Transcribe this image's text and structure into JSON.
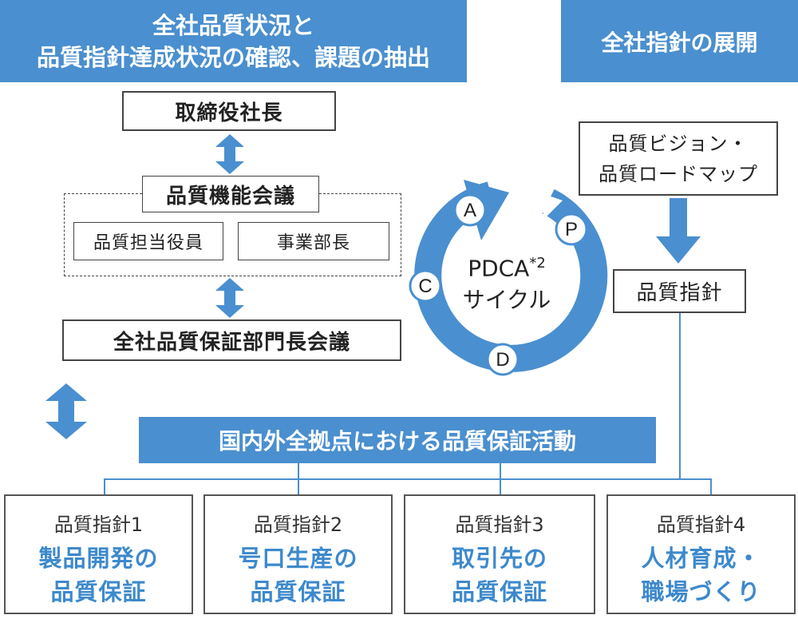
{
  "headers": {
    "left_line1": "全社品質状況と",
    "left_line2": "品質指針達成状況の確認、課題の抽出",
    "right": "全社指針の展開"
  },
  "left_flow": {
    "president": "取締役社長",
    "quality_meeting": "品質機能会議",
    "officer": "品質担当役員",
    "division_head": "事業部長",
    "qa_meeting": "全社品質保証部門長会議"
  },
  "pdca": {
    "label_line1": "PDCA",
    "footnote": "*2",
    "label_line2": "サイクル",
    "nodes": [
      "P",
      "D",
      "C",
      "A"
    ]
  },
  "right_flow": {
    "vision_line1": "品質ビジョン・",
    "vision_line2": "品質ロードマップ",
    "policy": "品質指針"
  },
  "activity_banner": "国内外全拠点における品質保証活動",
  "policies": [
    {
      "num": "品質指針1",
      "line1": "製品開発の",
      "line2": "品質保証"
    },
    {
      "num": "品質指針2",
      "line1": "号口生産の",
      "line2": "品質保証"
    },
    {
      "num": "品質指針3",
      "line1": "取引先の",
      "line2": "品質保証"
    },
    {
      "num": "品質指針4",
      "line1": "人材育成・",
      "line2": "職場づくり"
    }
  ],
  "colors": {
    "accent": "#4a8fcf",
    "text_accent": "#3d89cc",
    "border": "#444444"
  }
}
